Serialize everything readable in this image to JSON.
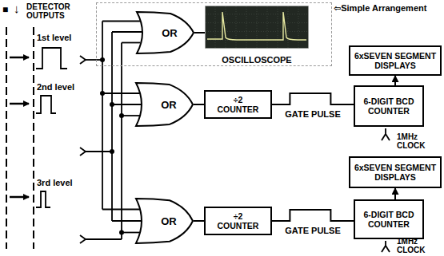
{
  "diagram": {
    "nodes": [
      {
        "text": [
          "⇦Simple Arrangement"
        ]
      },
      {
        "text": [
          "OR"
        ],
        "in": 0
      },
      {
        "text": [
          "OSCILLOSCOPE"
        ],
        "in": 0
      },
      {
        "text": [
          "6xSEVEN SEGMENT DISPLAYS"
        ]
      },
      {
        "text": [
          "OR"
        ]
      },
      {
        "text": [
          "÷2 COUNTER"
        ]
      },
      {
        "text": [
          "6-DIGIT BCD COUNTER"
        ]
      },
      {
        "text": [
          "6xSEVEN SEGMENT DISPLAYS"
        ]
      },
      {
        "text": [
          "OR"
        ]
      },
      {
        "text": [
          "÷2 COUNTER"
        ]
      },
      {
        "text": [
          "6-DIGIT BCD COUNTER"
        ]
      }
    ],
    "edges": [
      {
        "from": 1,
        "to": 2,
        "arrow": "none"
      },
      {
        "from": 4,
        "to": 5,
        "arrow": "none"
      },
      {
        "from": 5,
        "to": 6,
        "label": "GATE PULSE",
        "arrow": "none"
      },
      {
        "from": 6,
        "to": 3,
        "arrow": "to"
      },
      {
        "from": 8,
        "to": 9,
        "arrow": "none"
      },
      {
        "from": 9,
        "to": 10,
        "label": "GATE PULSE",
        "arrow": "none"
      },
      {
        "from": 10,
        "to": 7,
        "arrow": "to"
      }
    ],
    "labels": [
      "■",
      "↓",
      "DETECTOR OUTPUTS",
      "1st level",
      "2nd level",
      "3rd level",
      "1MHz CLOCK",
      "1MHz CLOCK"
    ]
  }
}
